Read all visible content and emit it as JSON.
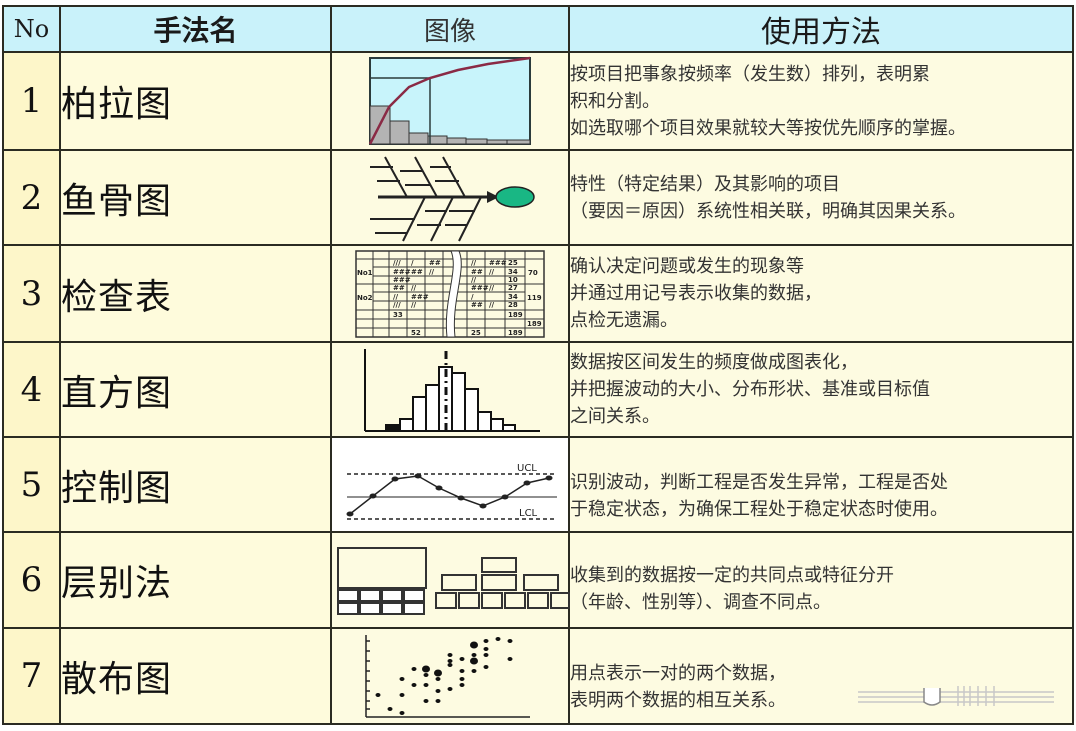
{
  "header": {
    "no": "No",
    "name": "手法名",
    "image": "图像",
    "usage": "使用方法"
  },
  "rows": [
    {
      "no": "1",
      "name": "柏拉图",
      "image_icon": "pareto-chart-icon",
      "usage": [
        "按项目把事象按频率（发生数）排列，表明累",
        "积和分割。",
        "如选取哪个项目效果就较大等按优先顺序的掌握。"
      ]
    },
    {
      "no": "2",
      "name": "鱼骨图",
      "image_icon": "fishbone-diagram-icon",
      "usage": [
        "特性（特定结果）及其影响的项目",
        "（要因＝原因）系统性相关联，明确其因果关系。"
      ]
    },
    {
      "no": "3",
      "name": "检查表",
      "image_icon": "check-sheet-icon",
      "usage": [
        "确认决定问题或发生的现象等",
        "并通过用记号表示收集的数据，",
        "点检无遗漏。"
      ]
    },
    {
      "no": "4",
      "name": "直方图",
      "image_icon": "histogram-icon",
      "usage": [
        "数据按区间发生的频度做成图表化，",
        "并把握波动的大小、分布形状、基准或目标值",
        "之间关系。"
      ]
    },
    {
      "no": "5",
      "name": "控制图",
      "image_icon": "control-chart-icon",
      "usage": [
        "识别波动，判断工程是否发生异常，工程是否处",
        "于稳定状态，为确保工程处于稳定状态时使用。"
      ]
    },
    {
      "no": "6",
      "name": "层别法",
      "image_icon": "stratification-icon",
      "usage": [
        "收集到的数据按一定的共同点或特征分开",
        "（年龄、性别等）、调查不同点。"
      ]
    },
    {
      "no": "7",
      "name": "散布图",
      "image_icon": "scatter-diagram-icon",
      "usage": [
        "用点表示一对的两个数据，",
        "表明两个数据的相互关系。"
      ]
    }
  ],
  "icons": {
    "control_chart": {
      "ucl": "UCL",
      "lcl": "LCL"
    }
  },
  "colors": {
    "header_bg": "#c9f2fa",
    "no_cell_bg": "#fdf6c9",
    "cell_bg": "#fdfbe1",
    "pareto_bg": "#c8f4fb",
    "pareto_line": "#8a2a45",
    "fishbone_head": "#19b784"
  }
}
